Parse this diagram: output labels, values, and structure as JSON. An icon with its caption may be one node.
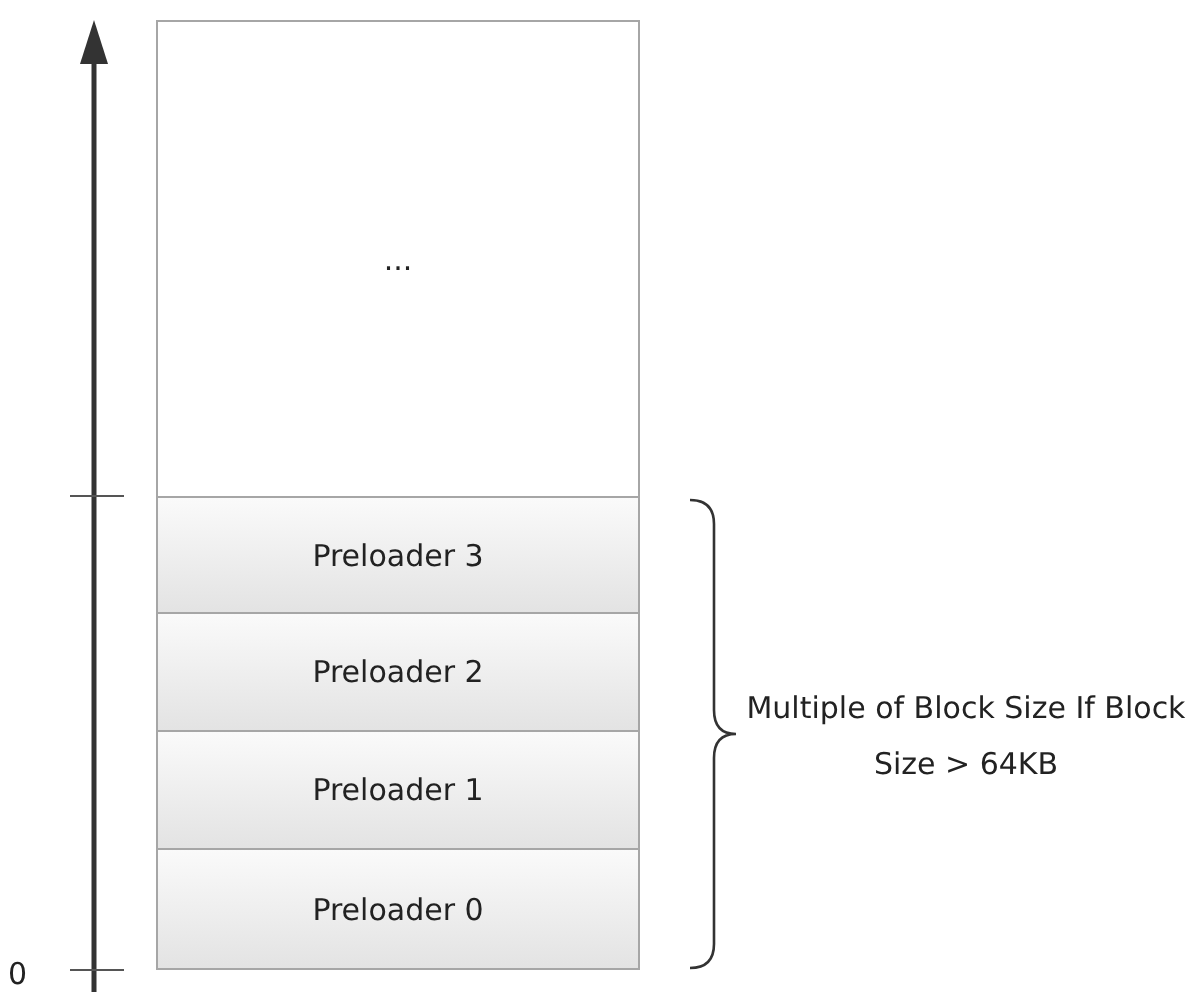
{
  "diagram": {
    "nodes": [
      {
        "text": [
          "..."
        ]
      },
      {
        "text": [
          "Preloader 3"
        ]
      },
      {
        "text": [
          "Preloader 2"
        ]
      },
      {
        "text": [
          "Preloader 1"
        ]
      },
      {
        "text": [
          "Preloader 0"
        ]
      }
    ],
    "labels": [
      "0",
      "Multiple of Block Size If Block Size > 64KB"
    ]
  }
}
